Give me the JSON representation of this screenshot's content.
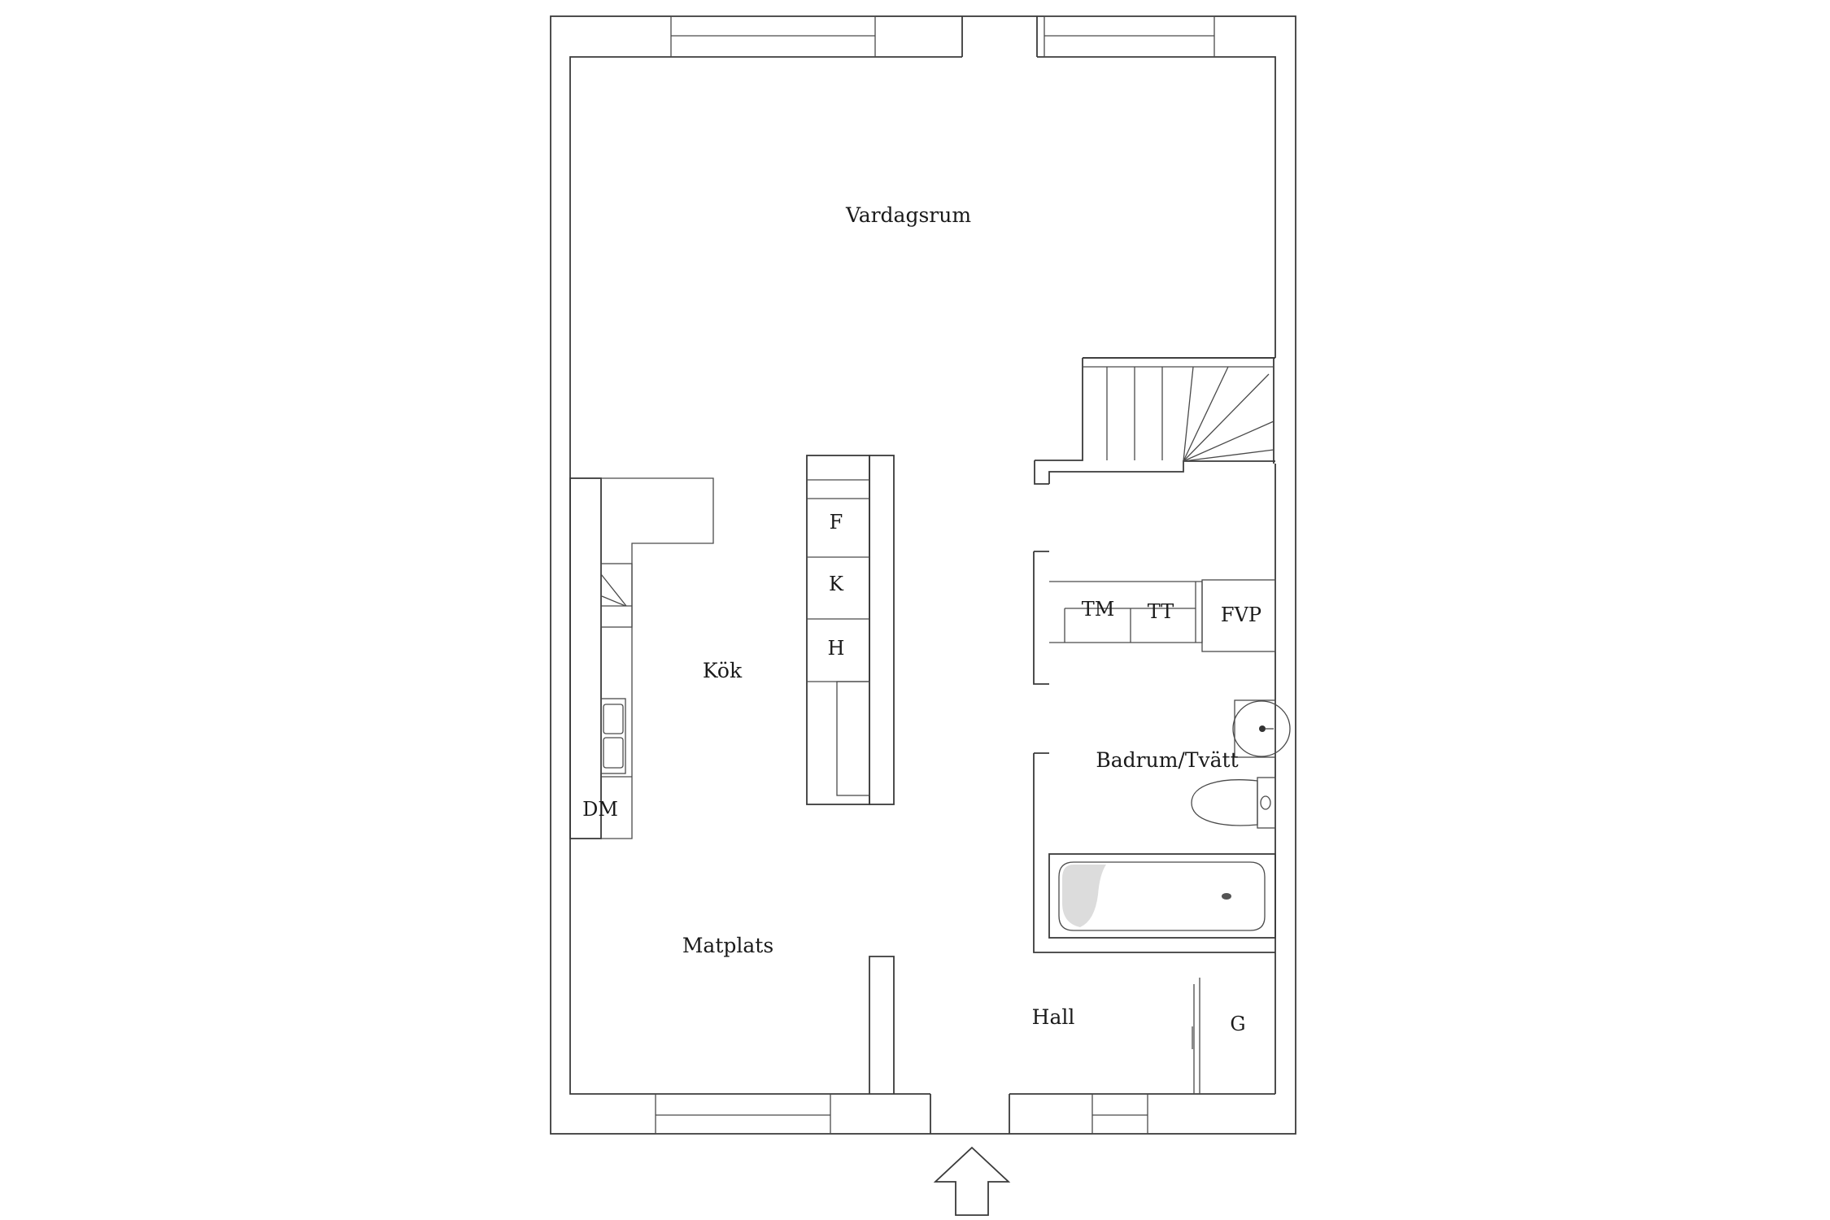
{
  "plan": {
    "rooms": {
      "vardagsrum": "Vardagsrum",
      "kok": "Kök",
      "matplats": "Matplats",
      "hall": "Hall",
      "badrum": "Badrum/Tvätt"
    },
    "fixtures": {
      "fridge": "F",
      "freezer": "K",
      "cabinet": "H",
      "dishwasher": "DM",
      "washer": "TM",
      "dryer": "TT",
      "heat_pump": "FVP",
      "wardrobe": "G"
    }
  }
}
